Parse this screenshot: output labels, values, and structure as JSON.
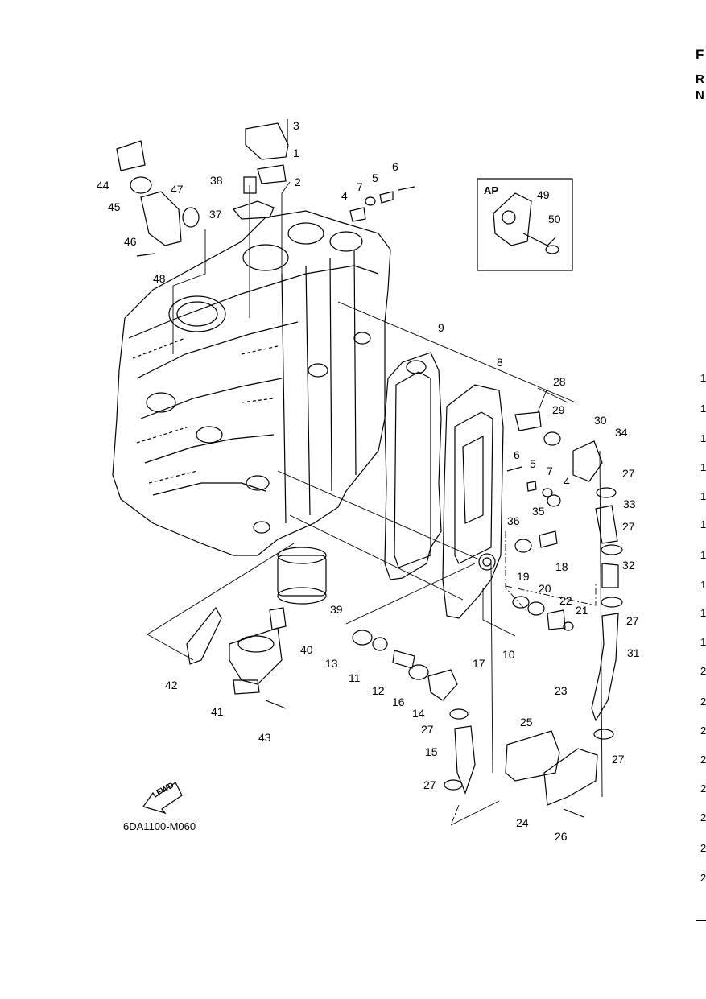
{
  "diagram": {
    "code": "6DA1100-M060",
    "inset_label": "AP",
    "fwd_label": "FWD",
    "callouts": [
      "1",
      "2",
      "3",
      "4",
      "5",
      "6",
      "7",
      "8",
      "9",
      "10",
      "11",
      "12",
      "13",
      "14",
      "15",
      "16",
      "17",
      "18",
      "19",
      "20",
      "21",
      "22",
      "23",
      "24",
      "25",
      "26",
      "27",
      "28",
      "29",
      "30",
      "31",
      "32",
      "33",
      "34",
      "35",
      "36",
      "37",
      "38",
      "39",
      "40",
      "41",
      "42",
      "43",
      "44",
      "45",
      "46",
      "47",
      "48",
      "49",
      "50"
    ],
    "repeated_callouts": [
      "4",
      "5",
      "6",
      "7",
      "27",
      "27",
      "27",
      "27",
      "27"
    ]
  },
  "page_edge": {
    "header_letters": [
      "F",
      "R",
      "N"
    ],
    "numbers": [
      "1",
      "1",
      "1",
      "1",
      "1",
      "1",
      "1",
      "1",
      "1",
      "1",
      "2",
      "2",
      "2",
      "2",
      "2",
      "2",
      "2",
      "2"
    ]
  },
  "colors": {
    "line": "#000000",
    "background": "#ffffff",
    "fill_light": "#ffffff"
  }
}
